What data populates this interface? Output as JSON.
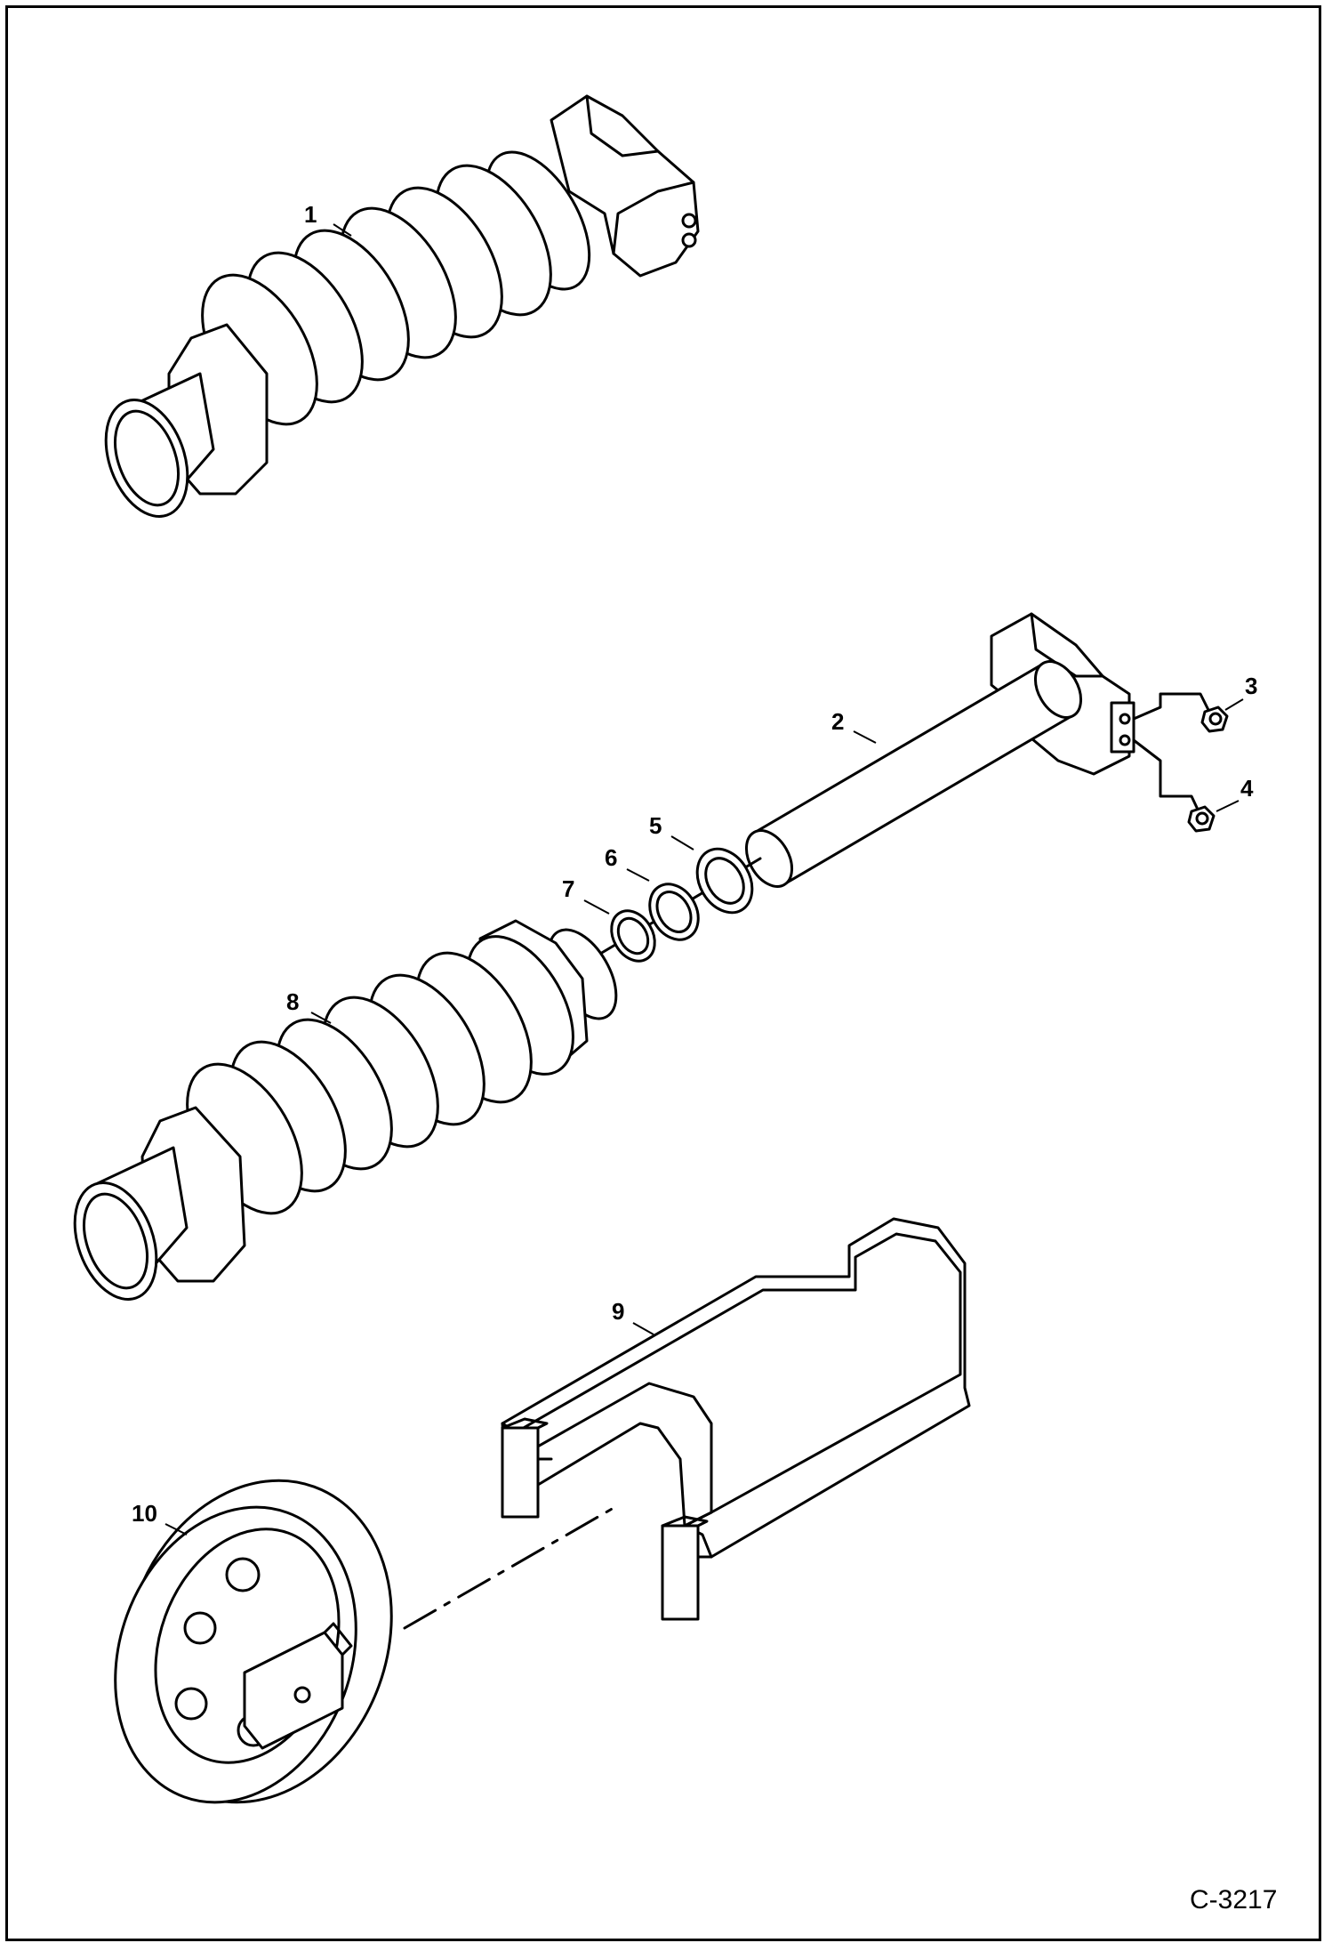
{
  "figure_id": "C-3217",
  "callouts": [
    {
      "number": "1",
      "part_icon": "spring-assembly-icon"
    },
    {
      "number": "2",
      "part_icon": "rod-yoke-icon"
    },
    {
      "number": "3",
      "part_icon": "bolt-icon"
    },
    {
      "number": "4",
      "part_icon": "bolt-icon"
    },
    {
      "number": "5",
      "part_icon": "ring-icon"
    },
    {
      "number": "6",
      "part_icon": "ring-icon"
    },
    {
      "number": "7",
      "part_icon": "ring-icon"
    },
    {
      "number": "8",
      "part_icon": "spring-assembly-icon"
    },
    {
      "number": "9",
      "part_icon": "tool-bracket-icon"
    },
    {
      "number": "10",
      "part_icon": "idler-wheel-icon"
    }
  ]
}
